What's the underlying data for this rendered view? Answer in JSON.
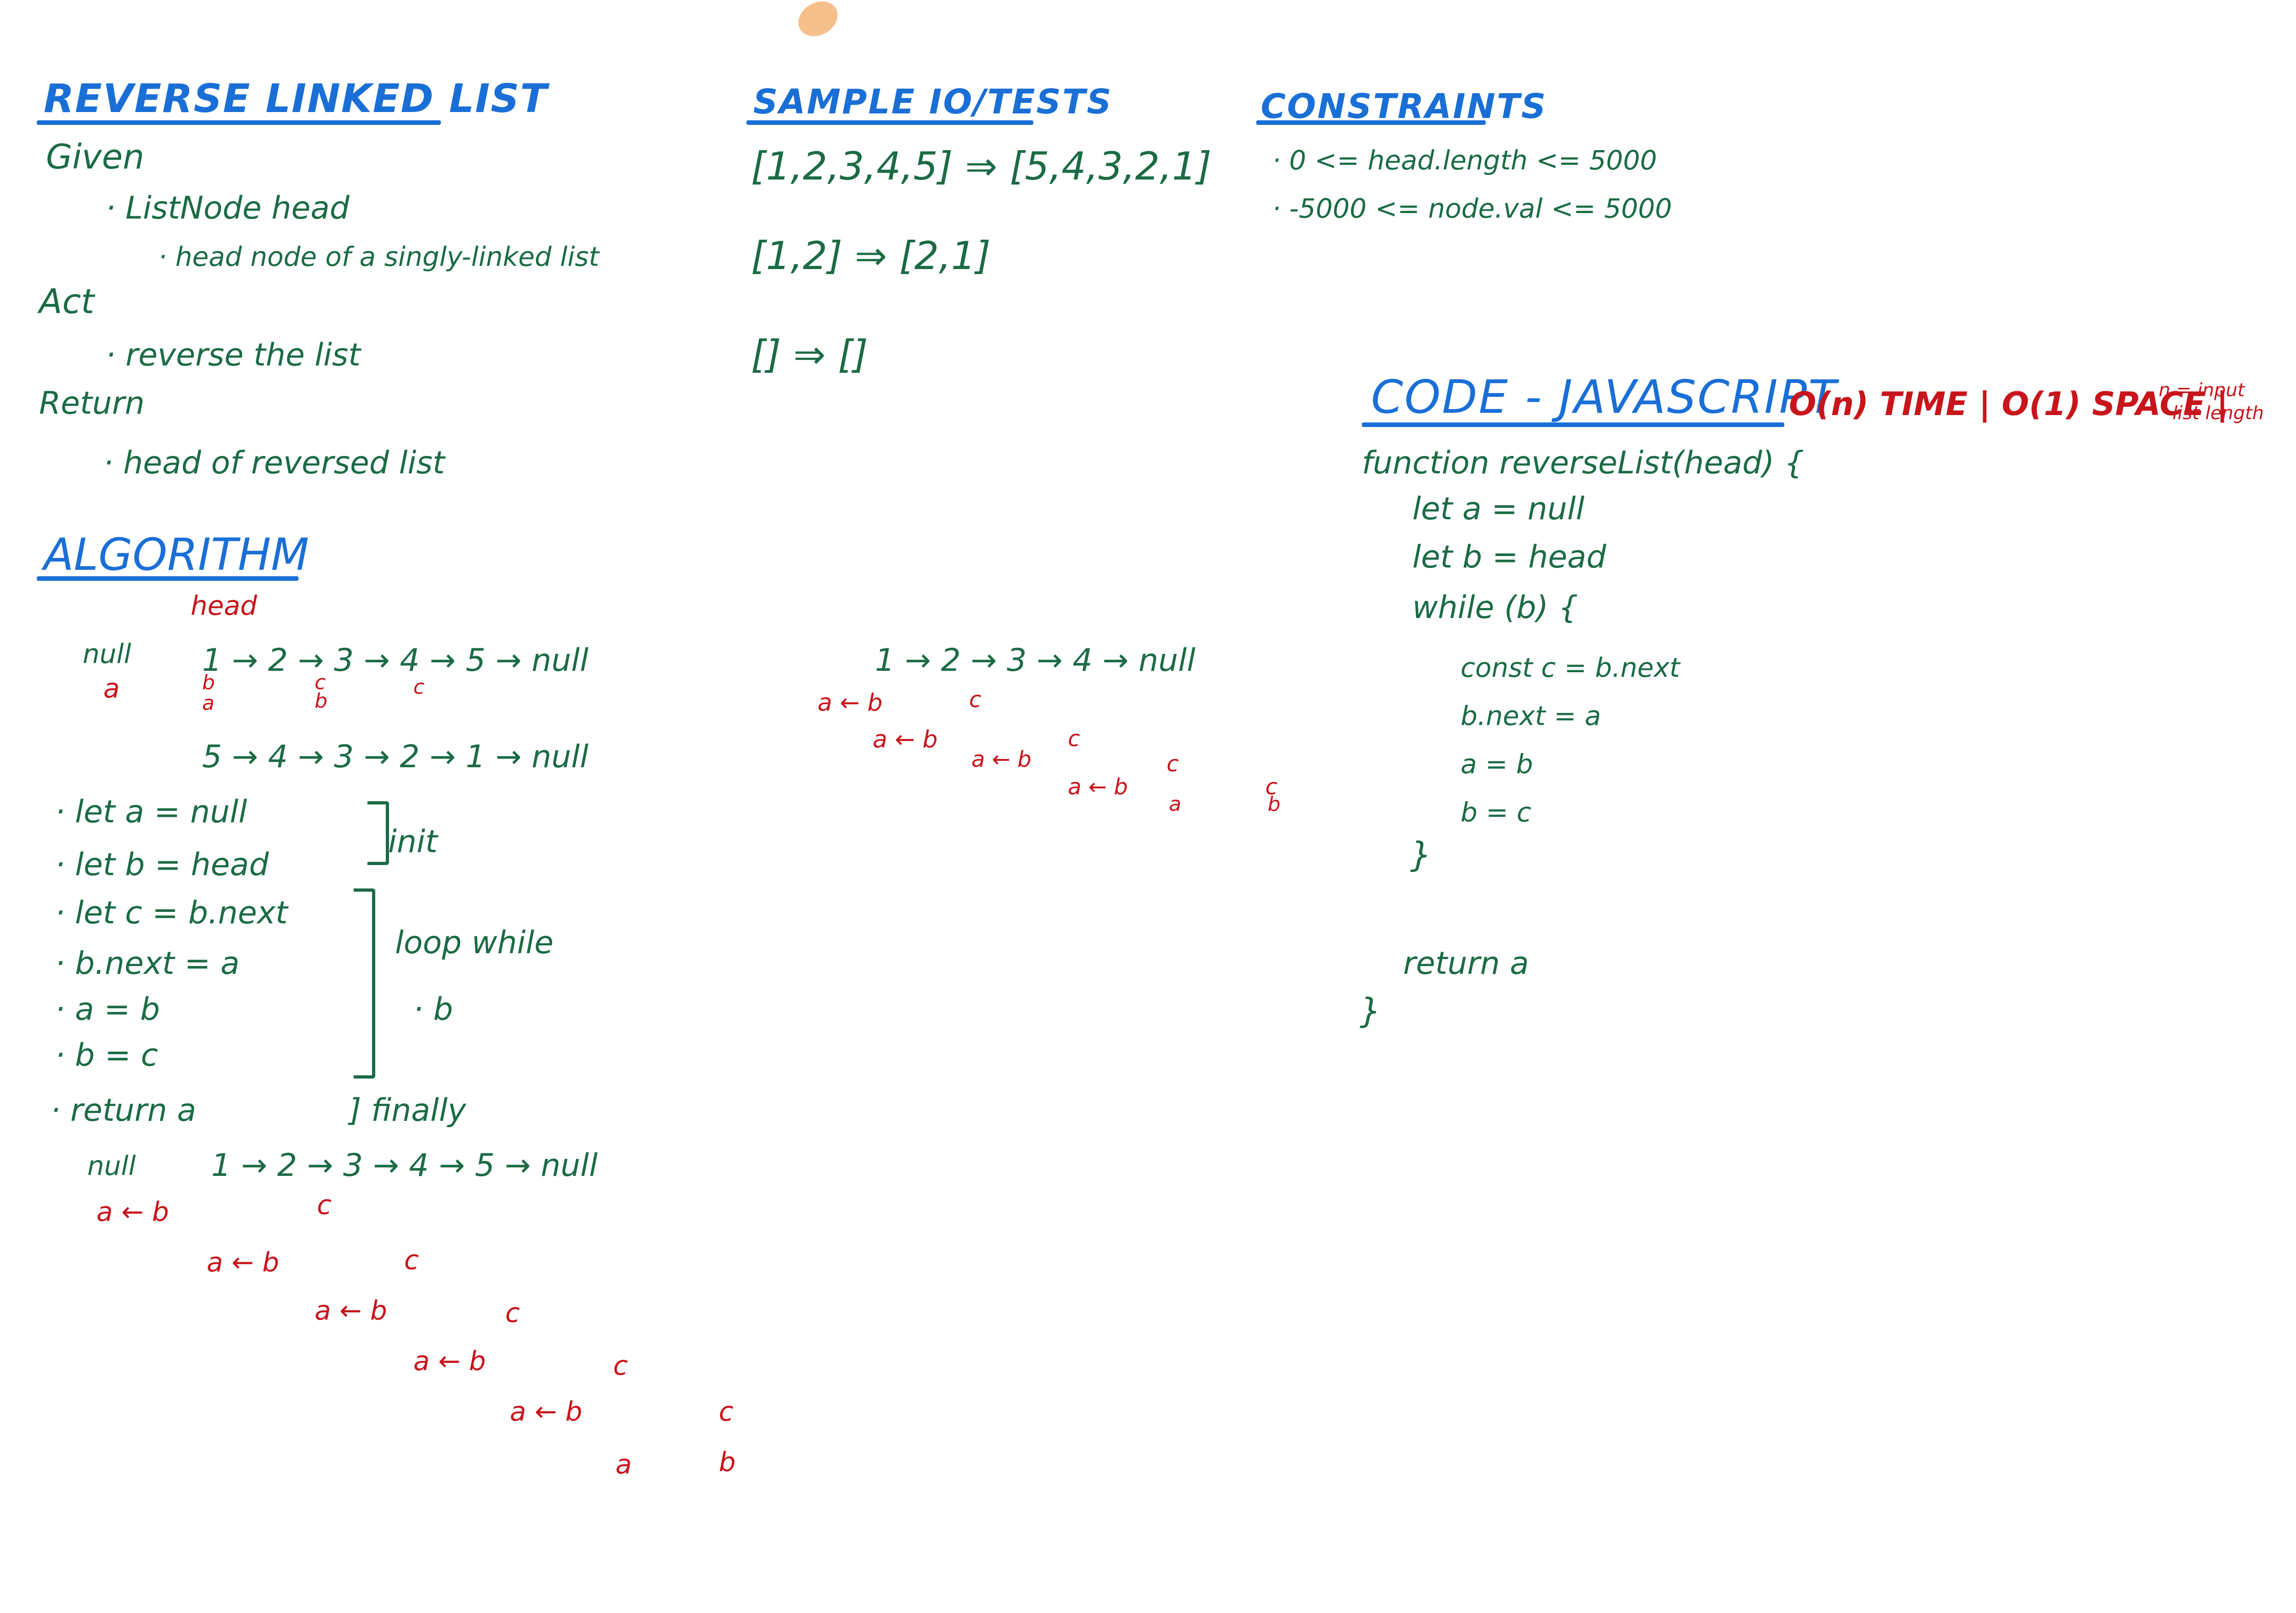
{
  "title": "REVERSE LINKED LIST",
  "given": {
    "heading": "Given",
    "item": "· ListNode head",
    "subitem": "· head node of a singly-linked list"
  },
  "act": {
    "heading": "Act",
    "item": "· reverse the list"
  },
  "return": {
    "heading": "Return",
    "item": "· head of reversed list"
  },
  "sample": {
    "heading": "SAMPLE IO/TESTS",
    "tests": [
      "[1,2,3,4,5] ⇒ [5,4,3,2,1]",
      "[1,2] ⇒ [2,1]",
      "[] ⇒ []"
    ]
  },
  "constraints": {
    "heading": "CONSTRAINTS",
    "items": [
      "· 0 <= head.length <= 5000",
      "· -5000 <= node.val <= 5000"
    ]
  },
  "code": {
    "heading": "CODE - JAVASCRIPT",
    "complexity": "O(n) TIME | O(1) SPACE |",
    "note_line1": "n = input",
    "note_line2": "list length",
    "lines": [
      "function reverseList(head) {",
      "let a = null",
      "let b = head",
      "while (b) {",
      "const c = b.next",
      "b.next = a",
      "a = b",
      "b = c",
      "}",
      "return a",
      "}"
    ]
  },
  "algorithm": {
    "heading": "ALGORITHM",
    "head_label": "head",
    "null_left": "null",
    "list_row": "1 → 2 → 3 → 4 → 5 → null",
    "marker_a": "a",
    "marker_b": "b",
    "marker_c": "c",
    "reversed_row": "5 → 4 → 3 → 2 → 1 → null",
    "steps": [
      "· let a = null",
      "· let b = head",
      "· let c = b.next",
      "· b.next = a",
      "· a = b",
      "· b = c",
      "· return a"
    ],
    "init_label": "init",
    "loop_label": "loop while",
    "loop_cond": "· b",
    "finally_label": "] finally",
    "trace_null": "null",
    "trace_list": "1 → 2 → 3 → 4 → 5 → null",
    "trace_rows": [
      {
        "left": "a ← b",
        "right": "c"
      },
      {
        "left": "a ← b",
        "right": "c"
      },
      {
        "left": "a ← b",
        "right": "c"
      },
      {
        "left": "a ← b",
        "right": "c"
      },
      {
        "left": "a ← b",
        "right": "c"
      },
      {
        "left": "a",
        "right": "b"
      }
    ],
    "mid_list": "1 → 2 → 3 → 4 → null",
    "mid_start": "a ← b",
    "mid_rows": [
      {
        "left": "a ← b",
        "right": "c"
      },
      {
        "left": "a ← b",
        "right": "c"
      },
      {
        "left": "a ← b",
        "right": "c"
      }
    ],
    "mid_first_c": "c",
    "mid_last_c": "c",
    "mid_last_b": "b"
  }
}
